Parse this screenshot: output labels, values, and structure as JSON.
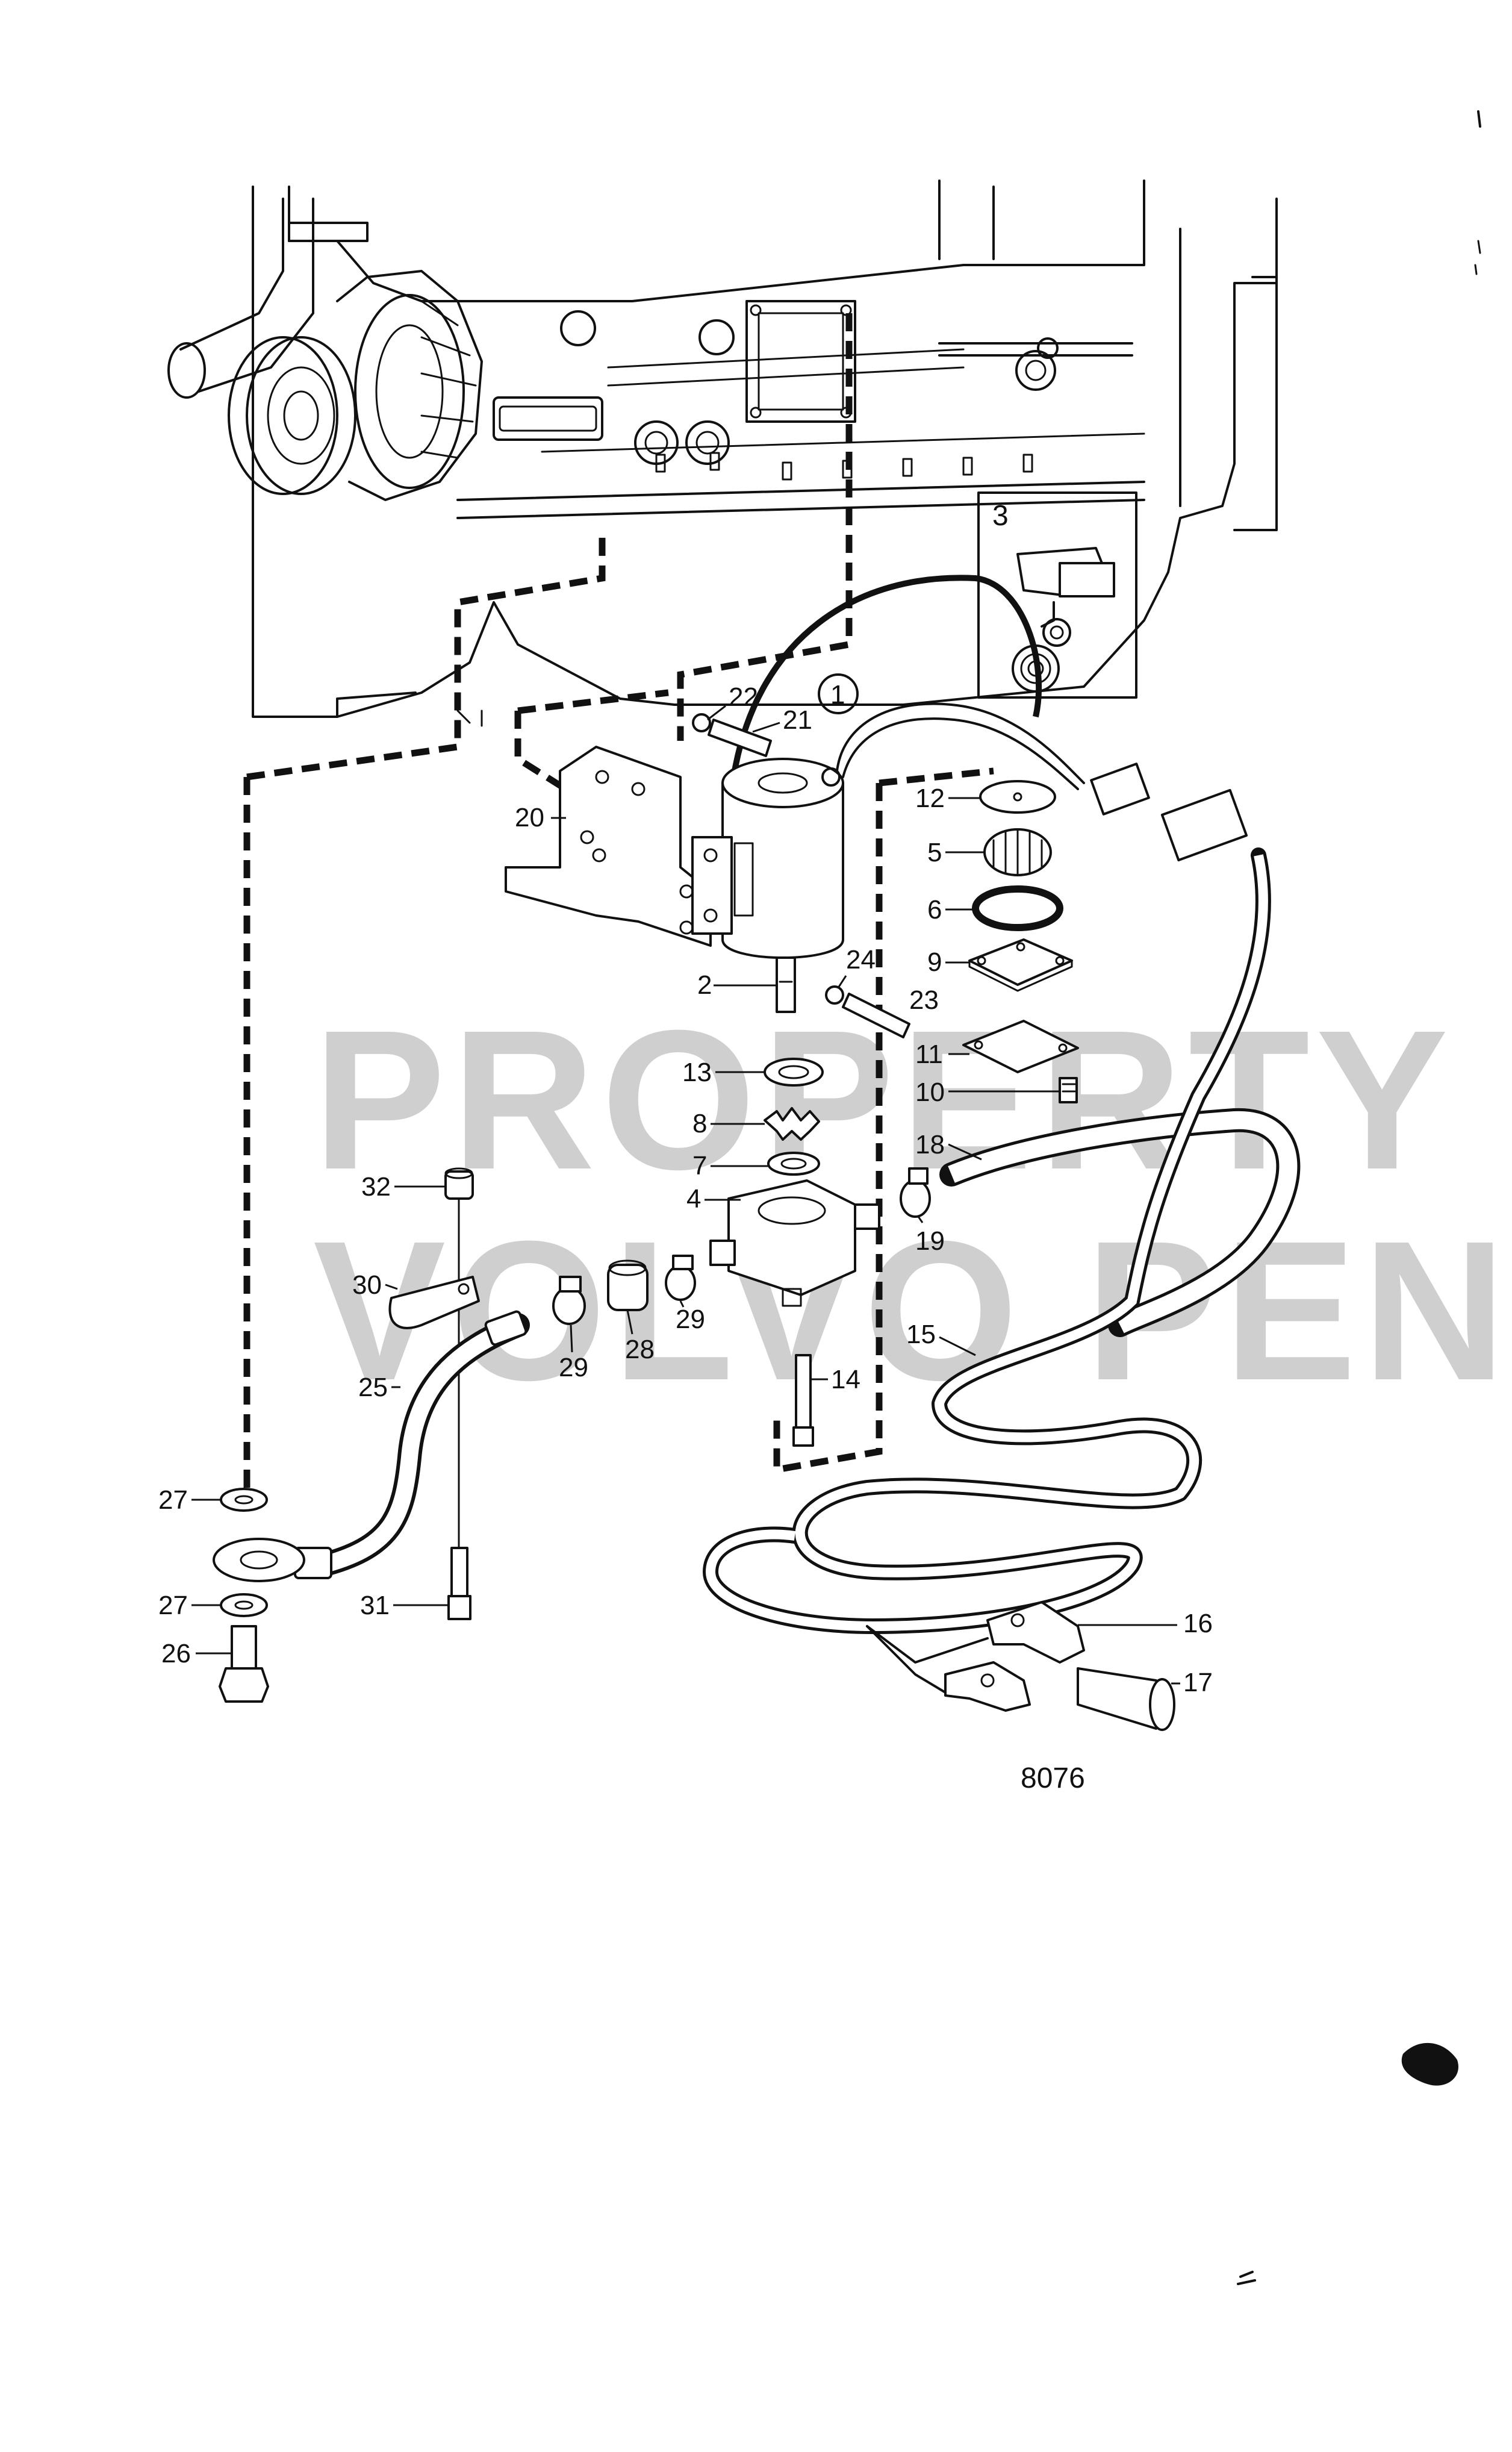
{
  "watermark": {
    "line1": "PROPERTY OF",
    "line2": "VOLVO PENTA"
  },
  "figure_number": "8076",
  "inset_label": "3",
  "circled_label": "1",
  "callouts": [
    {
      "id": "c2",
      "label": "2"
    },
    {
      "id": "c3",
      "label": "3"
    },
    {
      "id": "c4",
      "label": "4"
    },
    {
      "id": "c5",
      "label": "5"
    },
    {
      "id": "c6",
      "label": "6"
    },
    {
      "id": "c7",
      "label": "7"
    },
    {
      "id": "c8",
      "label": "8"
    },
    {
      "id": "c9",
      "label": "9"
    },
    {
      "id": "c10",
      "label": "10"
    },
    {
      "id": "c11",
      "label": "11"
    },
    {
      "id": "c12",
      "label": "12"
    },
    {
      "id": "c13",
      "label": "13"
    },
    {
      "id": "c14",
      "label": "14"
    },
    {
      "id": "c15",
      "label": "15"
    },
    {
      "id": "c16",
      "label": "16"
    },
    {
      "id": "c17",
      "label": "17"
    },
    {
      "id": "c18",
      "label": "18"
    },
    {
      "id": "c19",
      "label": "19"
    },
    {
      "id": "c20",
      "label": "20"
    },
    {
      "id": "c21",
      "label": "21"
    },
    {
      "id": "c22",
      "label": "22"
    },
    {
      "id": "c23",
      "label": "23"
    },
    {
      "id": "c24",
      "label": "24"
    },
    {
      "id": "c25",
      "label": "25"
    },
    {
      "id": "c26",
      "label": "26"
    },
    {
      "id": "c27a",
      "label": "27"
    },
    {
      "id": "c27b",
      "label": "27"
    },
    {
      "id": "c28",
      "label": "28"
    },
    {
      "id": "c29a",
      "label": "29"
    },
    {
      "id": "c29b",
      "label": "29"
    },
    {
      "id": "c30",
      "label": "30"
    },
    {
      "id": "c31",
      "label": "31"
    },
    {
      "id": "c32",
      "label": "32"
    }
  ]
}
